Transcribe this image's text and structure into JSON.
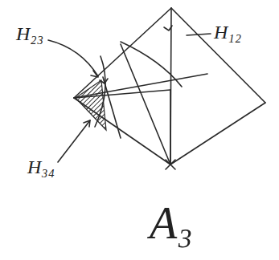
{
  "diagram": {
    "labels": [
      "H₂₃",
      "H₁₂",
      "H₃₄",
      "A₃"
    ]
  }
}
